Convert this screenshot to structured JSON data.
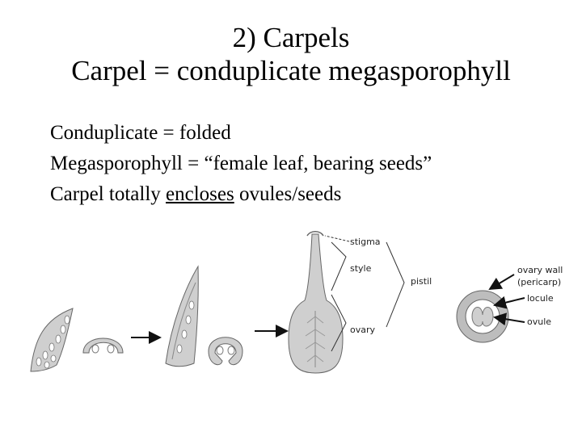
{
  "title": {
    "line1": "2) Carpels",
    "line2": "Carpel = conduplicate megasporophyll"
  },
  "bullets": [
    {
      "text": "Conduplicate = folded"
    },
    {
      "text": "Megasporophyll = “female leaf, bearing seeds”"
    },
    {
      "pre": "Carpel totally ",
      "underlined": "encloses",
      "post": " ovules/seeds"
    }
  ],
  "figure": {
    "labels": {
      "stigma": "stigma",
      "style": "style",
      "pistil": "pistil",
      "ovary": "ovary",
      "ovary_wall": "ovary wall",
      "pericarp": "(pericarp)",
      "locule": "locule",
      "ovule": "ovule"
    }
  }
}
